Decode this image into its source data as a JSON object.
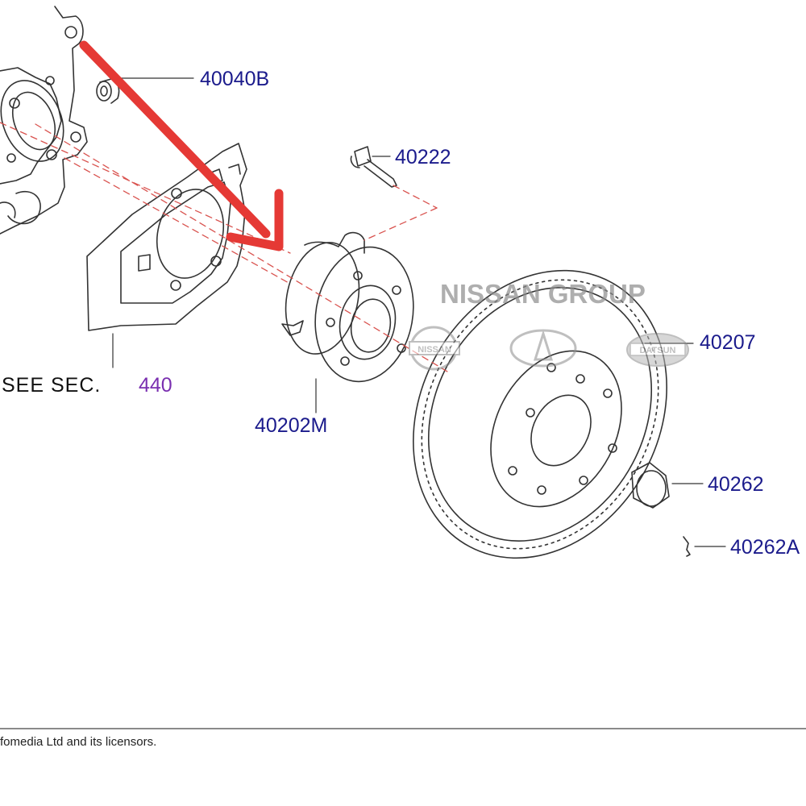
{
  "callouts": {
    "p40040b": "40040B",
    "p40222": "40222",
    "p40202m": "40202M",
    "p40207": "40207",
    "p40262": "40262",
    "p40262a": "40262A"
  },
  "see_section": {
    "label": "SEE  SEC.",
    "number": "440"
  },
  "watermark": {
    "text": "NISSAN GROUP",
    "logos": [
      "NISSAN",
      "DATSUN"
    ]
  },
  "footer": "fomedia Ltd and its licensors.",
  "colors": {
    "callout_text": "#1b1b8c",
    "section_ref": "#7a2fb0",
    "arrow": "#e53935",
    "leader_dashed": "#d9534f",
    "line_art": "#333333",
    "watermark": "#8c8c8c"
  }
}
